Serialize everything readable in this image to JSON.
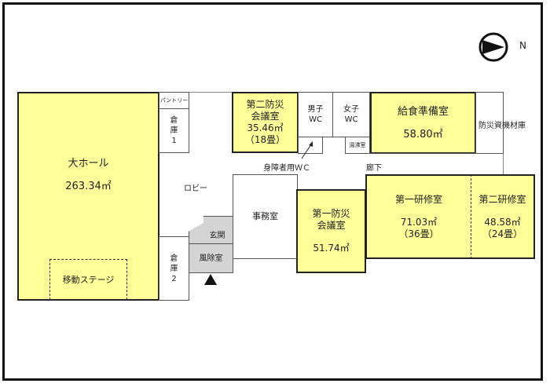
{
  "compass": {
    "direction_label": "N",
    "icon": "north-arrow-icon"
  },
  "rooms": {
    "main_hall": {
      "name": "大ホール",
      "area": "263.34㎡"
    },
    "mobile_stage": {
      "name": "移動ステージ"
    },
    "pantry": {
      "name": "パントリー"
    },
    "storage1": {
      "line1": "倉",
      "line2": "庫",
      "line3": "1"
    },
    "storage2": {
      "line1": "倉",
      "line2": "庫",
      "line3": "2"
    },
    "lobby": {
      "name": "ロビー"
    },
    "conf2": {
      "line1": "第二防災",
      "line2": "会議室",
      "area": "35.46㎡",
      "tatami": "（18畳）"
    },
    "mens_wc": {
      "line1": "男子",
      "line2": "WC"
    },
    "womens_wc": {
      "line1": "女子",
      "line2": "WC"
    },
    "kitchenette": {
      "name": "湯沸室"
    },
    "accessible_wc": {
      "name": "身障者用ＷＣ"
    },
    "catering": {
      "name": "給食準備室",
      "area": "58.80㎡"
    },
    "equipment_storage": {
      "name": "防災資機材庫"
    },
    "corridor": {
      "name": "廊下"
    },
    "office": {
      "name": "事務室"
    },
    "entrance": {
      "name": "玄関"
    },
    "windbreak": {
      "name": "風除室"
    },
    "conf1": {
      "line1": "第一防災",
      "line2": "会議室",
      "area": "51.74㎡"
    },
    "training1": {
      "name": "第一研修室",
      "area": "71.03㎡",
      "tatami": "（36畳）"
    },
    "training2": {
      "name": "第二研修室",
      "area": "48.58㎡",
      "tatami": "（24畳）"
    }
  },
  "colors": {
    "room_highlight": "#ffff99",
    "entry_gray": "#d4d4d4",
    "outline": "#111111"
  }
}
